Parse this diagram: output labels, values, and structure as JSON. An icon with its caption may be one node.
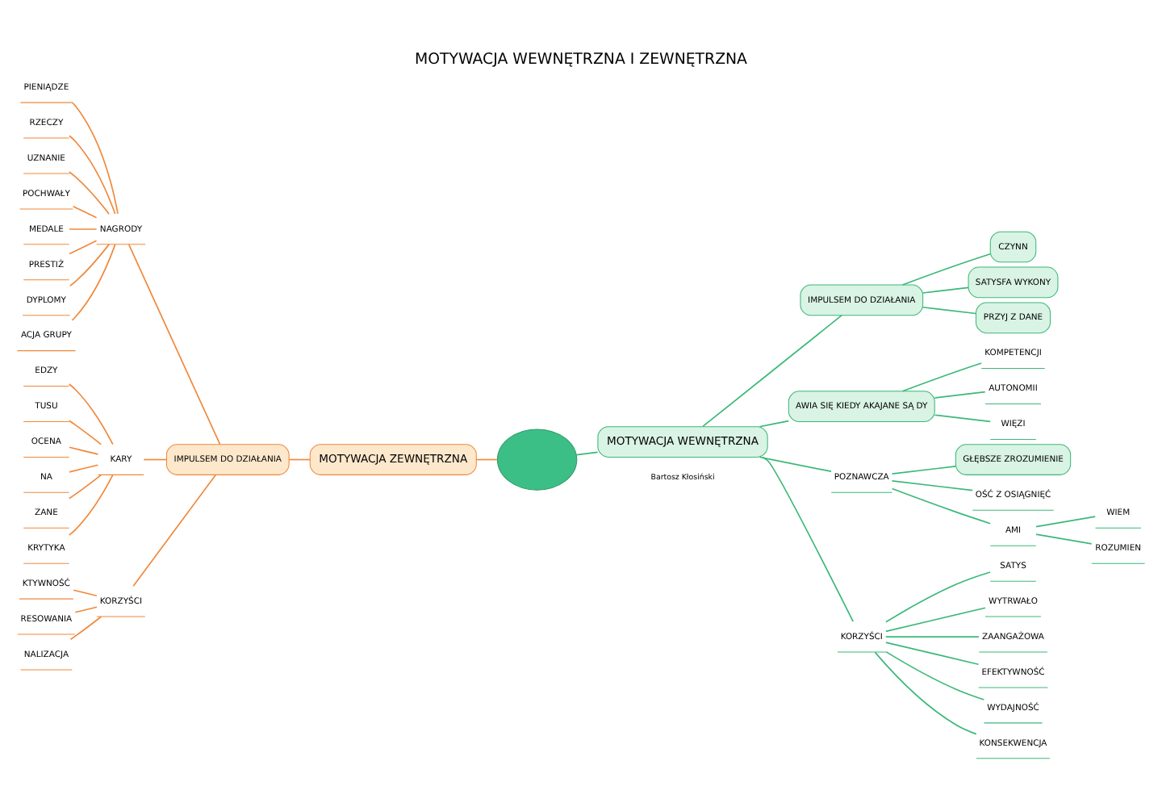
{
  "diagram": {
    "title": "MOTYWACJA WEWNĘTRZNA I ZEWNĘTRZNA",
    "nodes": [
      {
        "text": [],
        "shape": "cloud"
      },
      {
        "text": [
          "MOTYWACJA ZEWNĘTRZNA"
        ]
      },
      {
        "text": [
          "IMPULSEM DO DZIAŁANIA"
        ]
      },
      {
        "text": [
          "NAGRODY"
        ]
      },
      {
        "text": [
          "PIENIĄDZE"
        ]
      },
      {
        "text": [
          "RZECZY"
        ]
      },
      {
        "text": [
          "UZNANIE"
        ]
      },
      {
        "text": [
          "POCHWAŁY"
        ]
      },
      {
        "text": [
          "MEDALE"
        ]
      },
      {
        "text": [
          "PRESTIŻ"
        ]
      },
      {
        "text": [
          "DYPLOMY"
        ]
      },
      {
        "text": [
          "ACJA GRUPY"
        ]
      },
      {
        "text": [
          "KARY"
        ]
      },
      {
        "text": [
          "EDZY"
        ]
      },
      {
        "text": [
          "TUSU"
        ]
      },
      {
        "text": [
          "OCENA"
        ]
      },
      {
        "text": [
          "NA"
        ]
      },
      {
        "text": [
          "ZANE"
        ]
      },
      {
        "text": [
          "KRYTYKA"
        ]
      },
      {
        "text": [
          "KORZYŚCI"
        ]
      },
      {
        "text": [
          "KTYWNOŚĆ"
        ]
      },
      {
        "text": [
          "RESOWANIA"
        ]
      },
      {
        "text": [
          "NALIZACJA"
        ]
      },
      {
        "text": [
          "MOTYWACJA WEWNĘTRZNA"
        ]
      },
      {
        "text": [
          "IMPULSEM DO DZIAŁANIA"
        ]
      },
      {
        "text": [
          "CZYNN"
        ]
      },
      {
        "text": [
          "SATYSFA WYKONY"
        ]
      },
      {
        "text": [
          "PRZYJ Z DANE"
        ]
      },
      {
        "text": [
          "AWIA SIĘ KIEDY AKAJANE SĄ DY"
        ]
      },
      {
        "text": [
          "KOMPETENCJI"
        ]
      },
      {
        "text": [
          "AUTONOMII"
        ]
      },
      {
        "text": [
          "WIĘZI"
        ]
      },
      {
        "text": [
          "POZNAWCZA"
        ]
      },
      {
        "text": [
          "GŁĘBSZE ZROZUMIENIE"
        ]
      },
      {
        "text": [
          "OŚĆ Z OSIĄGNIĘĆ"
        ]
      },
      {
        "text": [
          "AMI"
        ]
      },
      {
        "text": [
          "WIEM"
        ]
      },
      {
        "text": [
          "ROZUMIEN"
        ]
      },
      {
        "text": [
          "KORZYŚCI"
        ]
      },
      {
        "text": [
          "SATYS"
        ]
      },
      {
        "text": [
          "WYTRWAŁO"
        ]
      },
      {
        "text": [
          "ZAANGAŻOWA"
        ]
      },
      {
        "text": [
          "EFEKTYWNOŚĆ"
        ]
      },
      {
        "text": [
          "WYDAJNOŚĆ"
        ]
      },
      {
        "text": [
          "KONSEKWENCJA"
        ]
      }
    ],
    "edges": [
      {
        "from": 0,
        "to": 1,
        "arrow": "none",
        "color": "#f0883a"
      },
      {
        "from": 1,
        "to": 2,
        "arrow": "none",
        "color": "#f0883a"
      },
      {
        "from": 2,
        "to": 3,
        "arrow": "none",
        "color": "#f0883a"
      },
      {
        "from": 3,
        "to": 4,
        "arrow": "none",
        "color": "#f0883a"
      },
      {
        "from": 3,
        "to": 5,
        "arrow": "none",
        "color": "#f0883a"
      },
      {
        "from": 3,
        "to": 6,
        "arrow": "none",
        "color": "#f0883a"
      },
      {
        "from": 3,
        "to": 7,
        "arrow": "none",
        "color": "#f0883a"
      },
      {
        "from": 3,
        "to": 8,
        "arrow": "none",
        "color": "#f0883a"
      },
      {
        "from": 3,
        "to": 9,
        "arrow": "none",
        "color": "#f0883a"
      },
      {
        "from": 3,
        "to": 10,
        "arrow": "none",
        "color": "#f0883a"
      },
      {
        "from": 3,
        "to": 11,
        "arrow": "none",
        "color": "#f0883a"
      },
      {
        "from": 2,
        "to": 12,
        "arrow": "none",
        "color": "#f0883a"
      },
      {
        "from": 12,
        "to": 13,
        "arrow": "none",
        "color": "#f0883a"
      },
      {
        "from": 12,
        "to": 14,
        "arrow": "none",
        "color": "#f0883a"
      },
      {
        "from": 12,
        "to": 15,
        "arrow": "none",
        "color": "#f0883a"
      },
      {
        "from": 12,
        "to": 16,
        "arrow": "none",
        "color": "#f0883a"
      },
      {
        "from": 12,
        "to": 17,
        "arrow": "none",
        "color": "#f0883a"
      },
      {
        "from": 12,
        "to": 18,
        "arrow": "none",
        "color": "#f0883a"
      },
      {
        "from": 2,
        "to": 19,
        "arrow": "none",
        "color": "#f0883a"
      },
      {
        "from": 19,
        "to": 20,
        "arrow": "none",
        "color": "#f0883a"
      },
      {
        "from": 19,
        "to": 21,
        "arrow": "none",
        "color": "#f0883a"
      },
      {
        "from": 19,
        "to": 22,
        "arrow": "none",
        "color": "#f0883a"
      },
      {
        "from": 0,
        "to": 23,
        "arrow": "none",
        "color": "#3cb878"
      },
      {
        "from": 23,
        "to": 24,
        "arrow": "none",
        "color": "#3cb878"
      },
      {
        "from": 24,
        "to": 25,
        "arrow": "none",
        "color": "#3cb878"
      },
      {
        "from": 24,
        "to": 26,
        "arrow": "none",
        "color": "#3cb878"
      },
      {
        "from": 24,
        "to": 27,
        "arrow": "none",
        "color": "#3cb878"
      },
      {
        "from": 23,
        "to": 28,
        "arrow": "none",
        "color": "#3cb878"
      },
      {
        "from": 28,
        "to": 29,
        "arrow": "none",
        "color": "#3cb878"
      },
      {
        "from": 28,
        "to": 30,
        "arrow": "none",
        "color": "#3cb878"
      },
      {
        "from": 28,
        "to": 31,
        "arrow": "none",
        "color": "#3cb878"
      },
      {
        "from": 23,
        "to": 32,
        "arrow": "none",
        "color": "#3cb878"
      },
      {
        "from": 32,
        "to": 33,
        "arrow": "none",
        "color": "#3cb878"
      },
      {
        "from": 32,
        "to": 34,
        "arrow": "none",
        "color": "#3cb878"
      },
      {
        "from": 32,
        "to": 35,
        "arrow": "none",
        "color": "#3cb878"
      },
      {
        "from": 35,
        "to": 36,
        "arrow": "none",
        "color": "#3cb878"
      },
      {
        "from": 35,
        "to": 37,
        "arrow": "none",
        "color": "#3cb878"
      },
      {
        "from": 23,
        "to": 38,
        "arrow": "none",
        "color": "#3cb878"
      },
      {
        "from": 38,
        "to": 39,
        "arrow": "none",
        "color": "#3cb878"
      },
      {
        "from": 38,
        "to": 40,
        "arrow": "none",
        "color": "#3cb878"
      },
      {
        "from": 38,
        "to": 41,
        "arrow": "none",
        "color": "#3cb878"
      },
      {
        "from": 38,
        "to": 42,
        "arrow": "none",
        "color": "#3cb878"
      },
      {
        "from": 38,
        "to": 43,
        "arrow": "none",
        "color": "#3cb878"
      },
      {
        "from": 38,
        "to": 44,
        "arrow": "none",
        "color": "#3cb878"
      }
    ],
    "labels": [
      "Bartosz Kłosiński"
    ]
  }
}
